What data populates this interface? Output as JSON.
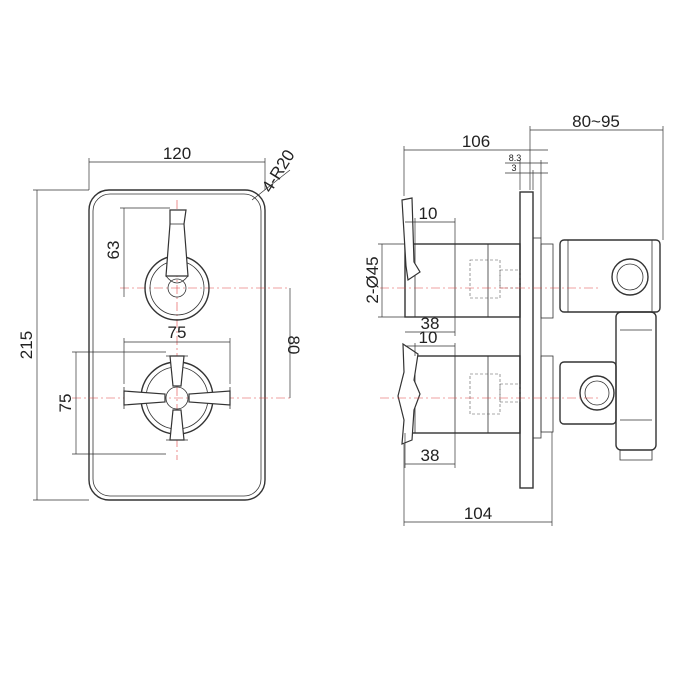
{
  "front_view": {
    "width": "120",
    "height": "215",
    "corner_radius": "4-R20",
    "lever_offset": "63",
    "handle_spacing": "80",
    "cross_handle_width": "75",
    "cross_handle_height": "75"
  },
  "side_view": {
    "upper_depth": "106",
    "wall_depth": "80~95",
    "plate_thickness": "8.3",
    "plate_inner": "3",
    "spindle_length_upper": "10",
    "diameter": "2-Ø45",
    "cap_length_upper": "38",
    "spindle_length_lower": "10",
    "cap_length_lower": "38",
    "lower_depth": "104"
  },
  "colors": {
    "line": "#333333",
    "centerline": "#e04545"
  }
}
